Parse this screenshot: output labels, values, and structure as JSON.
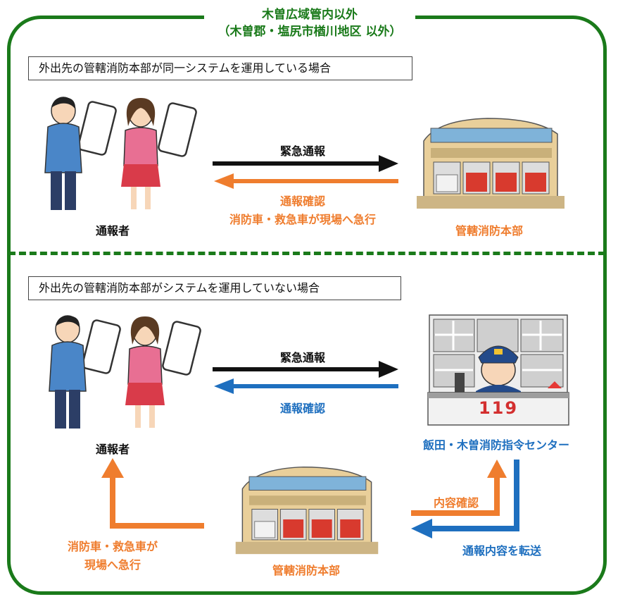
{
  "header": {
    "title_line1": "木曽広域管内以外",
    "title_line2": "（木曽郡・塩尻市楢川地区 以外）"
  },
  "scenario_top": {
    "box_text": "外出先の管轄消防本部が同一システムを運用している場合",
    "caller_label": "通報者",
    "arrow_right_label": "緊急通報",
    "arrow_left_label_1": "通報確認",
    "arrow_left_label_2": "消防車・救急車が現場へ急行",
    "station_label": "管轄消防本部"
  },
  "scenario_bottom": {
    "box_text": "外出先の管轄消防本部がシステムを運用していない場合",
    "caller_label": "通報者",
    "arrow_right_label": "緊急通報",
    "arrow_left_label": "通報確認",
    "center_label": "飯田・木曽消防指令センター",
    "center_sign": "119",
    "confirm_label": "内容確認",
    "forward_label": "通報内容を転送",
    "station_label": "管轄消防本部",
    "dispatch_label_1": "消防車・救急車が",
    "dispatch_label_2": "現場へ急行"
  },
  "colors": {
    "green": "#1a7a1a",
    "orange": "#ef7d2e",
    "blue": "#1e6fbf",
    "black": "#111111"
  }
}
